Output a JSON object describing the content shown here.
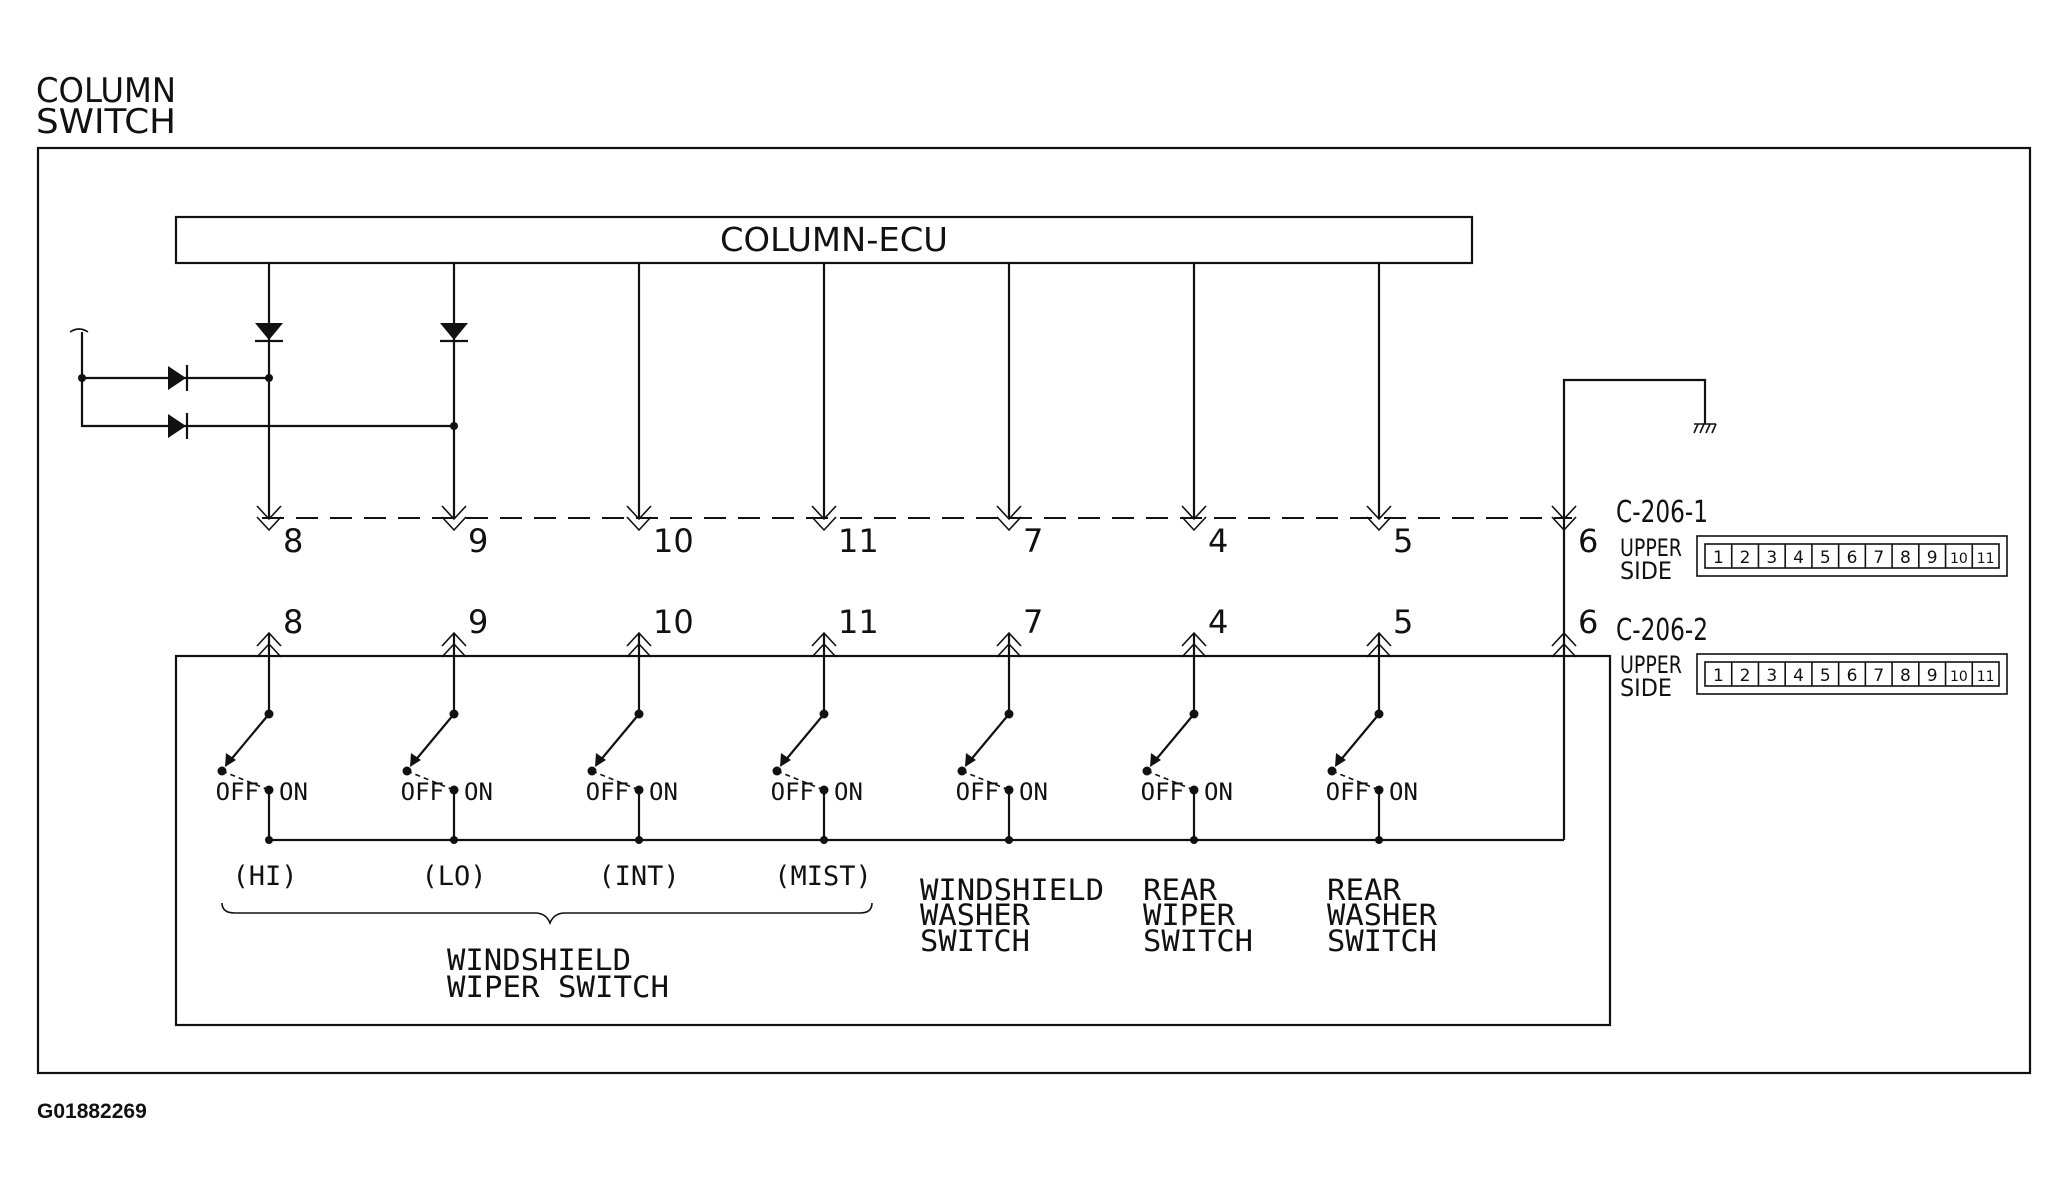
{
  "title_line1": "COLUMN",
  "title_line2": "SWITCH",
  "ecu_label": "COLUMN-ECU",
  "figure_id": "G01882269",
  "terminals": [
    "8",
    "9",
    "10",
    "11",
    "7",
    "4",
    "5"
  ],
  "ground_terminal": "6",
  "connectors": [
    {
      "id": "C-206-1",
      "side_line1": "UPPER",
      "side_line2": "SIDE"
    },
    {
      "id": "C-206-2",
      "side_line1": "UPPER",
      "side_line2": "SIDE"
    }
  ],
  "pins": [
    "1",
    "2",
    "3",
    "4",
    "5",
    "6",
    "7",
    "8",
    "9",
    "10",
    "11"
  ],
  "off_label": "OFF",
  "on_label": "ON",
  "wiper_modes": [
    "(HI)",
    "(LO)",
    "(INT)",
    "(MIST)"
  ],
  "wiper_switch": [
    "WINDSHIELD",
    "WIPER SWITCH"
  ],
  "washer_switch": [
    "WINDSHIELD",
    "WASHER",
    "SWITCH"
  ],
  "rear_wiper_switch": [
    "REAR",
    "WIPER",
    "SWITCH"
  ],
  "rear_washer_switch": [
    "REAR",
    "WASHER",
    "SWITCH"
  ]
}
